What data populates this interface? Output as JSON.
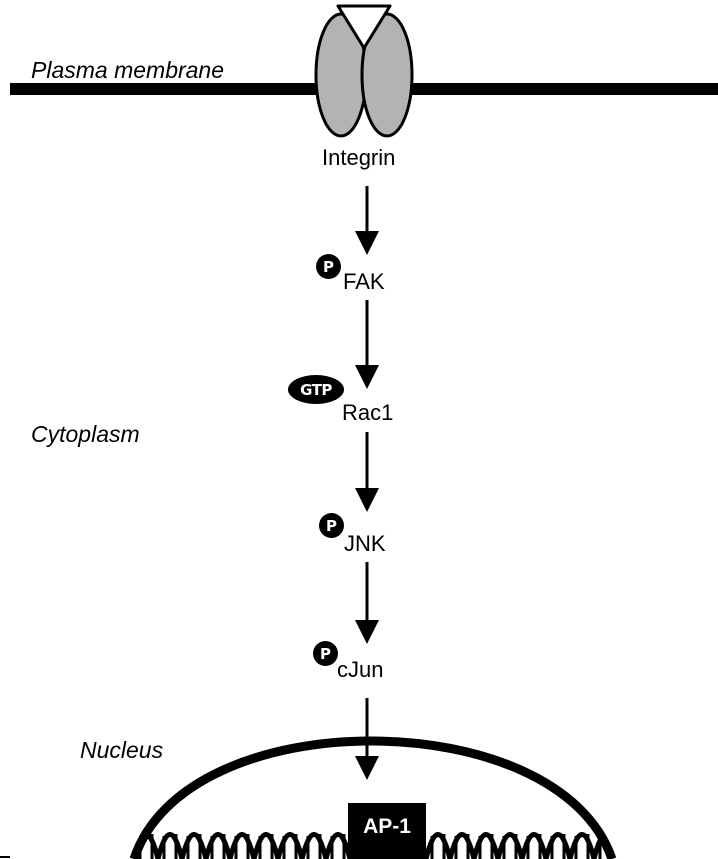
{
  "regions": {
    "plasma_membrane": "Plasma membrane",
    "cytoplasm": "Cytoplasm",
    "nucleus": "Nucleus"
  },
  "nodes": {
    "integrin": "Integrin",
    "fak": "FAK",
    "rac1": "Rac1",
    "jnk": "JNK",
    "cjun": "cJun",
    "ap1": "AP-1"
  },
  "modifications": {
    "phospho": "P",
    "gtp": "GTP"
  },
  "colors": {
    "line": "#000000",
    "integrin_fill": "#b3b3b3",
    "badge": "#000000",
    "badge_text": "#ffffff"
  }
}
